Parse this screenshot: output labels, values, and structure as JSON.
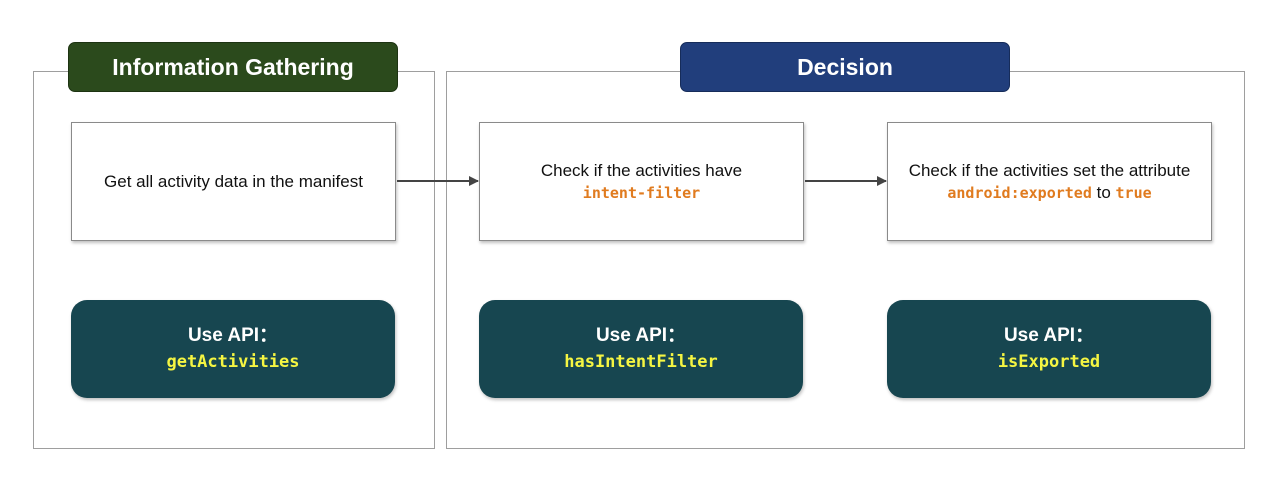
{
  "colors": {
    "info_header_bg": "#2b4a1c",
    "decision_header_bg": "#213e7c",
    "api_box_bg": "#174650",
    "api_name_text": "#f5f542",
    "code_text": "#e07b1f",
    "arrow": "#444444"
  },
  "groups": {
    "information_gathering": {
      "title": "Information Gathering",
      "step": {
        "text": "Get all activity data in the manifest"
      },
      "api": {
        "label": "Use API：",
        "name": "getActivities"
      }
    },
    "decision": {
      "title": "Decision",
      "step_intent": {
        "text": "Check if the activities have",
        "code": "intent-filter"
      },
      "step_exported": {
        "text": "Check if the activities set the attribute",
        "code_attr": "android:exported",
        "connector": "to",
        "code_value": "true"
      },
      "api_intent": {
        "label": "Use API：",
        "name": "hasIntentFilter"
      },
      "api_exported": {
        "label": "Use API：",
        "name": "isExported"
      }
    }
  }
}
